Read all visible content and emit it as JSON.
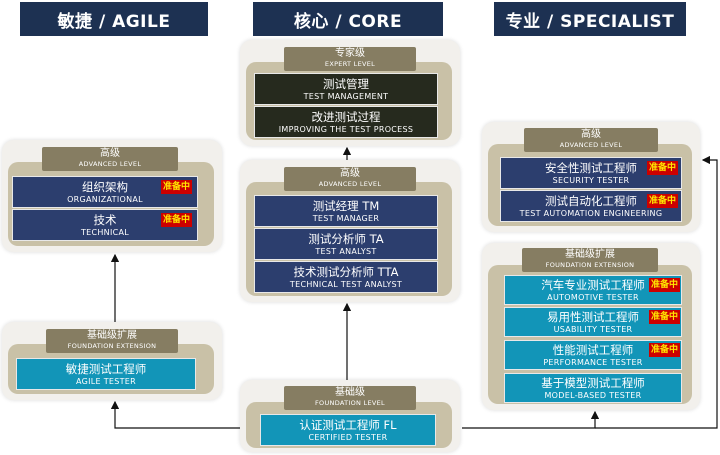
{
  "headers": {
    "agile": "敏捷 / AGILE",
    "core": "核心 / CORE",
    "specialist": "专业 / SPECIALIST"
  },
  "badge_text": "准备中",
  "agile": {
    "advanced": {
      "tag_zh": "高级",
      "tag_en": "ADVANCED LEVEL",
      "items": [
        {
          "zh": "组织架构",
          "en": "ORGANIZATIONAL"
        },
        {
          "zh": "技术",
          "en": "TECHNICAL"
        }
      ]
    },
    "foundation": {
      "tag_zh": "基础级扩展",
      "tag_en": "FOUNDATION EXTENSION",
      "items": [
        {
          "zh": "敏捷测试工程师",
          "en": "AGILE TESTER"
        }
      ]
    }
  },
  "core": {
    "expert": {
      "tag_zh": "专家级",
      "tag_en": "EXPERT LEVEL",
      "items": [
        {
          "zh": "测试管理",
          "en": "TEST MANAGEMENT"
        },
        {
          "zh": "改进测试过程",
          "en": "IMPROVING THE TEST PROCESS"
        }
      ]
    },
    "advanced": {
      "tag_zh": "高级",
      "tag_en": "ADVANCED LEVEL",
      "items": [
        {
          "zh": "测试经理 TM",
          "en": "TEST MANAGER"
        },
        {
          "zh": "测试分析师 TA",
          "en": "TEST ANALYST"
        },
        {
          "zh": "技术测试分析师 TTA",
          "en": "TECHNICAL TEST ANALYST"
        }
      ]
    },
    "foundation": {
      "tag_zh": "基础级",
      "tag_en": "FOUNDATION LEVEL",
      "items": [
        {
          "zh": "认证测试工程师 FL",
          "en": "CERTIFIED TESTER"
        }
      ]
    }
  },
  "specialist": {
    "advanced": {
      "tag_zh": "高级",
      "tag_en": "ADVANCED LEVEL",
      "items": [
        {
          "zh": "安全性测试工程师",
          "en": "SECURITY TESTER"
        },
        {
          "zh": "测试自动化工程师",
          "en": "TEST AUTOMATION ENGINEERING"
        }
      ]
    },
    "foundation": {
      "tag_zh": "基础级扩展",
      "tag_en": "FOUNDATION EXTENSION",
      "items": [
        {
          "zh": "汽车专业测试工程师",
          "en": "AUTOMOTIVE TESTER"
        },
        {
          "zh": "易用性测试工程师",
          "en": "USABILITY TESTER"
        },
        {
          "zh": "性能测试工程师",
          "en": "PERFORMANCE TESTER"
        },
        {
          "zh": "基于模型测试工程师",
          "en": "MODEL-BASED TESTER"
        }
      ]
    }
  }
}
